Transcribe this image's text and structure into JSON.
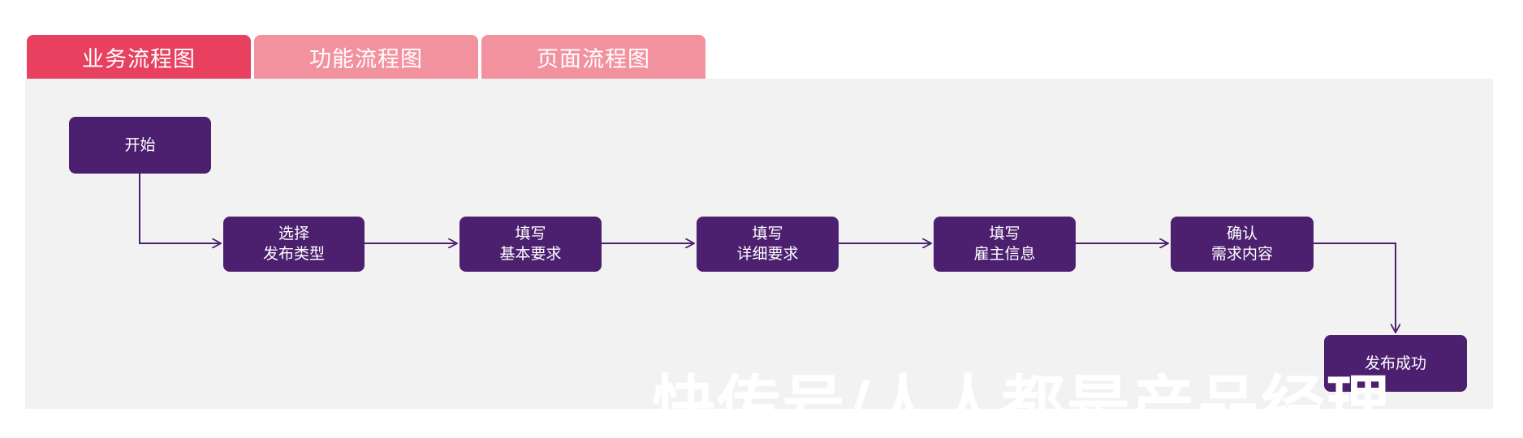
{
  "tabs": [
    {
      "label": "业务流程图",
      "active": true
    },
    {
      "label": "功能流程图",
      "active": false
    },
    {
      "label": "页面流程图",
      "active": false
    }
  ],
  "flow": {
    "nodes": {
      "start": {
        "line1": "开始"
      },
      "select_type": {
        "line1": "选择",
        "line2": "发布类型"
      },
      "basic_req": {
        "line1": "填写",
        "line2": "基本要求"
      },
      "detail_req": {
        "line1": "填写",
        "line2": "详细要求"
      },
      "employer_info": {
        "line1": "填写",
        "line2": "雇主信息"
      },
      "confirm": {
        "line1": "确认",
        "line2": "需求内容"
      },
      "success": {
        "line1": "发布成功"
      }
    }
  },
  "watermark": "快传号/人人都是产品经理",
  "colors": {
    "tab_active": "#e8405f",
    "tab_inactive": "#f3929f",
    "node_fill": "#4c206f",
    "connector": "#4c206f",
    "canvas_bg": "#f2f2f2"
  }
}
